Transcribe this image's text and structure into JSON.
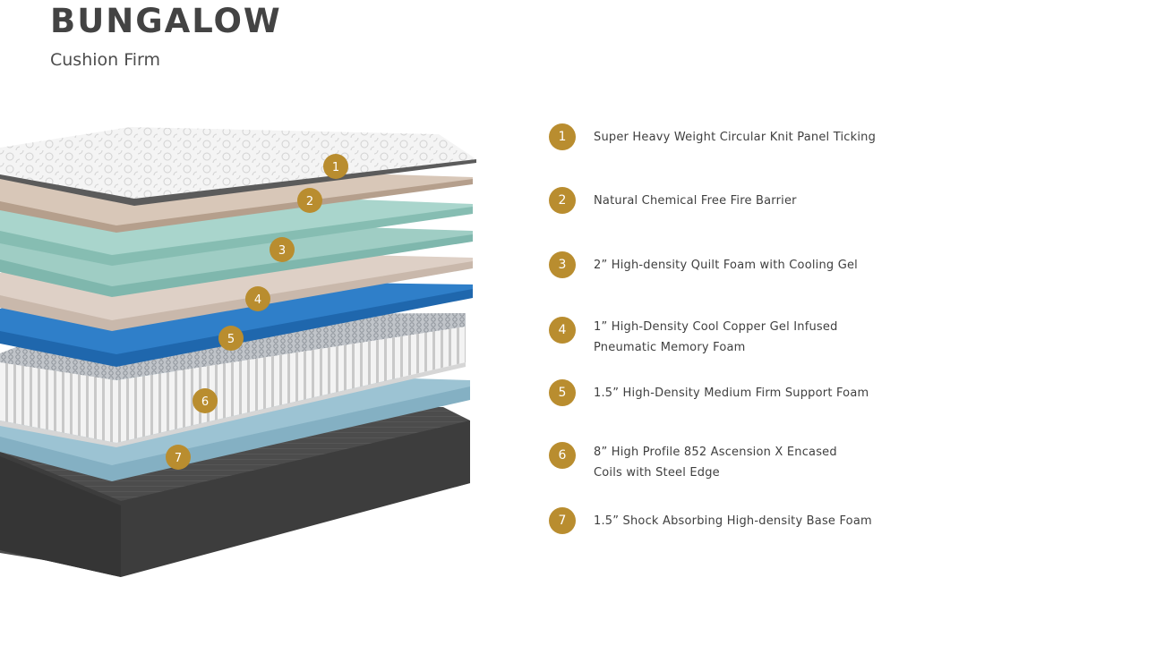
{
  "header": {
    "brand": "BUNGALOW",
    "subtitle": "Cushion Firm"
  },
  "accent_color": "#b98d2f",
  "layers": [
    {
      "number": "1",
      "line1": "Super Heavy Weight Circular Knit Panel Ticking",
      "line2": ""
    },
    {
      "number": "2",
      "line1": "Natural Chemical Free Fire Barrier",
      "line2": ""
    },
    {
      "number": "3",
      "line1": "2” High-density Quilt Foam with Cooling Gel",
      "line2": ""
    },
    {
      "number": "4",
      "line1": "1” High-Density Cool Copper Gel Infused",
      "line2": "Pneumatic Memory Foam"
    },
    {
      "number": "5",
      "line1": "1.5” High-Density Medium Firm Support Foam",
      "line2": ""
    },
    {
      "number": "6",
      "line1": "8” High Profile 852 Ascension X Encased",
      "line2": "Coils with Steel Edge"
    },
    {
      "number": "7",
      "line1": "1.5” Shock Absorbing High-density Base Foam",
      "line2": ""
    }
  ]
}
